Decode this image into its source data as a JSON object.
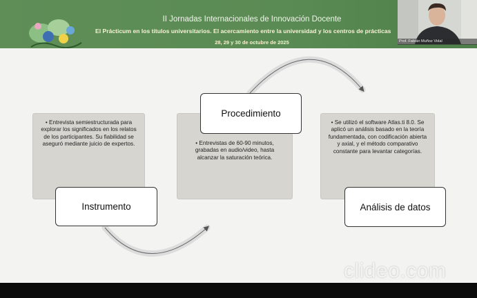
{
  "banner": {
    "title": "II Jornadas Internacionales de Innovación Docente",
    "subtitle": "El Prácticum en los títulos universitarios. El acercamiento entre la universidad y los centros de prácticas",
    "date": "28, 29 y 30 de octubre de 2025"
  },
  "webcam": {
    "caption": "Prof. Fabián Muñoz Vidal"
  },
  "steps": [
    {
      "label": "Instrumento",
      "text": "• Entrevista semiestructurada para explorar los significados en los relatos de los participantes. Su fiabilidad se aseguró mediante juicio de expertos."
    },
    {
      "label": "Procedimiento",
      "text": "• Entrevistas de 60-90 minutos, grabadas en audio/video, hasta alcanzar la saturación teórica."
    },
    {
      "label": "Análisis de datos",
      "text": "• Se utilizó el software Atlas.ti 8.0. Se aplicó un análisis basado en la teoría fundamentada, con codificación abierta y axial, y el método comparativo constante para levantar categorías."
    }
  ],
  "watermark": "clideo.com",
  "colors": {
    "banner": "#5b8b54",
    "box": "#d7d5cf",
    "arrow": "#dcdcdc"
  }
}
